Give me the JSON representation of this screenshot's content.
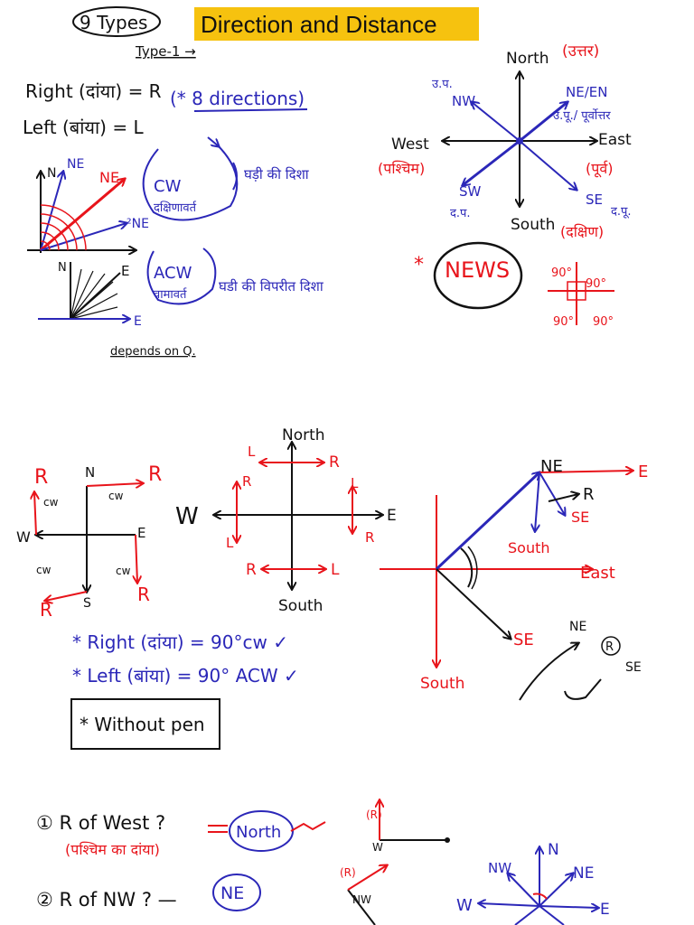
{
  "title": "Direction and Distance",
  "colors": {
    "ink": "#2b27b8",
    "red": "#e8141b",
    "black": "#111111",
    "banner": "#f6c20f"
  },
  "sec1": {
    "types": "9 Types",
    "type1": "Type-1 →",
    "right_def": "Right (दांया) = R",
    "left_def": "Left (बांया) = L",
    "eight_dirs": "(* 8 directions)",
    "cw": "CW",
    "cw_hindi": "दक्षिणावर्त",
    "cw_desc": "घड़ी की दिशा",
    "acw": "ACW",
    "acw_hindi": "वामावर्त",
    "acw_desc": "घडी की विपरीत दिशा",
    "depends": "depends on Q.",
    "lbl_N": "N",
    "lbl_NE": "NE",
    "lbl_NE_red": "NE",
    "lbl_2NE": "²NE",
    "lbl_E": "E",
    "lbl_N2": "N",
    "lbl_E2": "E",
    "lbl_E3": "E"
  },
  "compass1": {
    "north": "North",
    "north_h": "(उत्तर)",
    "south": "South",
    "south_h": "(दक्षिण)",
    "west": "West",
    "west_h": "(पश्चिम)",
    "east": "East",
    "east_h": "(पूर्व)",
    "nw_h": "उ.प.",
    "nw": "NW",
    "ne_en": "NE/EN",
    "ne_h": "उ.पू./ पूर्वोत्तर",
    "sw": "SW",
    "sw_h": "द.प.",
    "se": "SE",
    "se_h": "द.पू."
  },
  "news": {
    "star": "*",
    "text": "NEWS",
    "deg": "90°"
  },
  "sec2": {
    "R": "R",
    "L": "L",
    "N": "N",
    "S": "S",
    "W": "W",
    "E": "E",
    "cw": "cw",
    "north": "North",
    "south": "South",
    "right_rule": "* Right (दांया) = 90°cw ✓",
    "left_rule": "* Left (बांया) = 90° ACW ✓",
    "without_pen": "* Without pen",
    "NE": "NE",
    "SE": "SE",
    "East": "East"
  },
  "q": {
    "q1": "① R of West ?",
    "q1_h": "(पश्चिम का दांया)",
    "q1_ans": "North",
    "q2": "② R of NW ? —",
    "q2_ans": "NE",
    "R": "(R)",
    "W": "W",
    "NW": "NW",
    "N": "N",
    "NE": "NE",
    "E": "E"
  }
}
